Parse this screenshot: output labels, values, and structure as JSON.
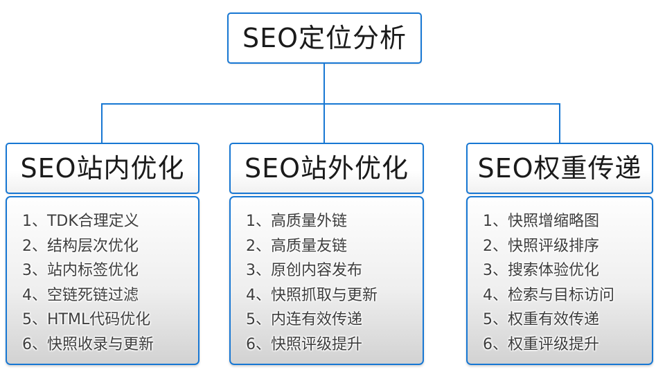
{
  "colors": {
    "accent_blue": "#1777d3",
    "box_background": "#ffffff",
    "list_gradient_top": "#fefefe",
    "list_gradient_bottom": "#d2d2d2",
    "title_text": "#1a1a1a",
    "item_text": "#3d3d3d"
  },
  "diagram": {
    "root": {
      "title": "SEO定位分析"
    },
    "columns": [
      {
        "title": "SEO站内优化",
        "items": [
          "1、TDK合理定义",
          "2、结构层次优化",
          "3、站内标签优化",
          "4、空链死链过滤",
          "5、HTML代码优化",
          "6、快照收录与更新"
        ]
      },
      {
        "title": "SEO站外优化",
        "items": [
          "1、高质量外链",
          "2、高质量友链",
          "3、原创内容发布",
          "4、快照抓取与更新",
          "5、内连有效传递",
          "6、快照评级提升"
        ]
      },
      {
        "title": "SEO权重传递",
        "items": [
          "1、快照增缩略图",
          "2、快照评级排序",
          "3、搜索体验优化",
          "4、检索与目标访问",
          "5、权重有效传递",
          "6、权重评级提升"
        ]
      }
    ]
  }
}
